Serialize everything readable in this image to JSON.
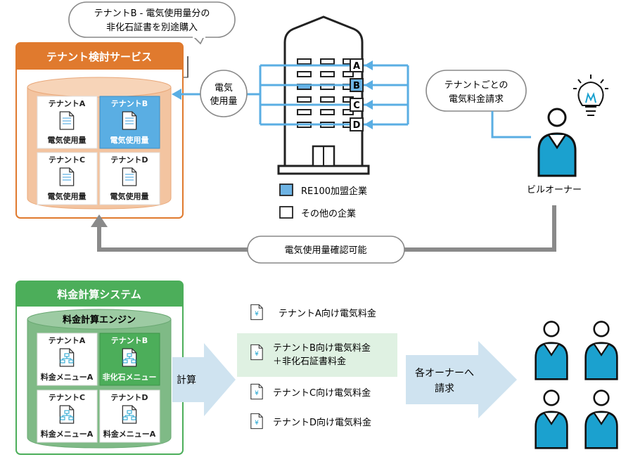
{
  "top": {
    "callout": {
      "line1": "テナントB - 電気使用量分の",
      "line2": "非化石証書を別途購入"
    },
    "service": {
      "title": "テナント検討サービス",
      "cells": [
        {
          "name": "テナントA",
          "label": "電気使用量",
          "highlight": false
        },
        {
          "name": "テナントB",
          "label": "電気使用量",
          "highlight": true
        },
        {
          "name": "テナントC",
          "label": "電気使用量",
          "highlight": false
        },
        {
          "name": "テナントD",
          "label": "電気使用量",
          "highlight": false
        }
      ]
    },
    "usage_bubble": {
      "line1": "電気",
      "line2": "使用量"
    },
    "billing_bubble": {
      "line1": "テナントごとの",
      "line2": "電気料金請求"
    },
    "floors": [
      "A",
      "B",
      "C",
      "D"
    ],
    "legend": [
      {
        "label": "RE100加盟企業",
        "color": "#6db3e4"
      },
      {
        "label": "その他の企業",
        "color": "#ffffff"
      }
    ],
    "owner_label": "ビルオーナー",
    "confirm_label": "電気使用量確認可能"
  },
  "bottom": {
    "system": {
      "title": "料金計算システム",
      "engine": "料金計算エンジン",
      "cells": [
        {
          "name": "テナントA",
          "label": "料金メニューA",
          "highlight": false
        },
        {
          "name": "テナントB",
          "label": "非化石メニュー",
          "highlight": true
        },
        {
          "name": "テナントC",
          "label": "料金メニューA",
          "highlight": false
        },
        {
          "name": "テナントD",
          "label": "料金メニューA",
          "highlight": false
        }
      ]
    },
    "calc_label": "計算",
    "bills": [
      {
        "line1": "テナントA向け電気料金",
        "line2": "",
        "highlight": false
      },
      {
        "line1": "テナントB向け電気料金",
        "line2": "＋非化石証書料金",
        "highlight": true
      },
      {
        "line1": "テナントC向け電気料金",
        "line2": "",
        "highlight": false
      },
      {
        "line1": "テナントD向け電気料金",
        "line2": "",
        "highlight": false
      }
    ],
    "bill_icon": "¥",
    "request_label": {
      "line1": "各オーナーへ",
      "line2": "請求"
    }
  },
  "colors": {
    "orange": "#e07a2e",
    "peach": "#f3c4a0",
    "blue": "#5aaee3",
    "green": "#4cae5a",
    "sage": "#7fba86",
    "gray": "#8a8a8a",
    "arrow_light": "#cfe3f0",
    "teal": "#1ba1cf",
    "mint": "#dff1e2"
  }
}
